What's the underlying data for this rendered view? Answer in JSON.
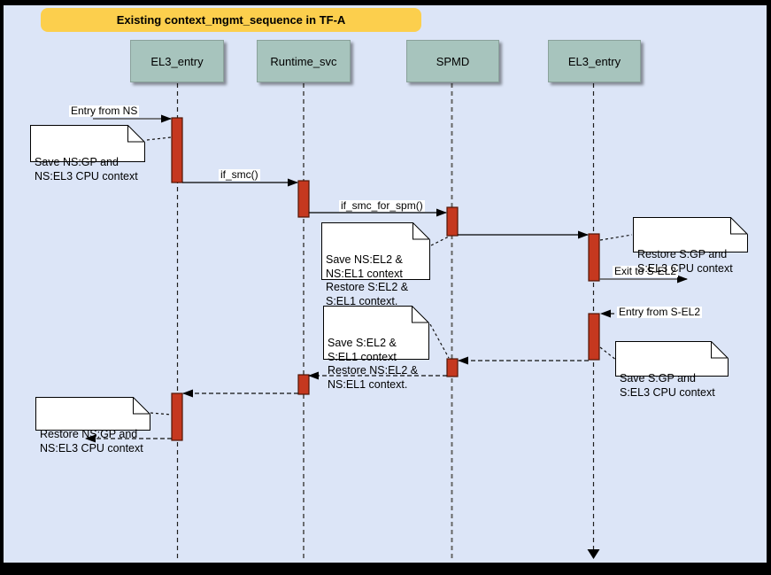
{
  "diagram": {
    "title": "Existing context_mgmt_sequence in TF-A",
    "actors": [
      {
        "label": "EL3_entry"
      },
      {
        "label": "Runtime_svc"
      },
      {
        "label": "SPMD"
      },
      {
        "label": "EL3_entry"
      }
    ],
    "messages": {
      "entry_from_ns": "Entry from NS",
      "if_smc": "if_smc()",
      "if_smc_for_spm": "if_smc_for_spm()",
      "exit_to_s_el2": "Exit to S-EL2",
      "entry_from_s_el2": "Entry from S-EL2"
    },
    "notes": [
      {
        "text": "Save NS:GP and\nNS:EL3 CPU context"
      },
      {
        "text": "Save NS:EL2 &\nNS:EL1 context\nRestore S:EL2 &\nS:EL1 context."
      },
      {
        "text": "Restore S:GP and\nS:EL3 CPU context"
      },
      {
        "text": "Save S:EL2 &\nS:EL1 context\nRestore NS:EL2 &\nNS:EL1 context."
      },
      {
        "text": "Save S:GP and\nS:EL3 CPU context"
      },
      {
        "text": "Restore NS:GP and\nNS:EL3 CPU context"
      }
    ],
    "colors": {
      "canvas_bg": "#dce5f7",
      "frame": "#000000",
      "title_fill": "#fccf4d",
      "actor_fill": "#a7c4bd",
      "actor_border": "#8aa29b",
      "activation_fill": "#c5381f",
      "activation_border": "#501505",
      "note_fill": "#ffffff"
    }
  }
}
